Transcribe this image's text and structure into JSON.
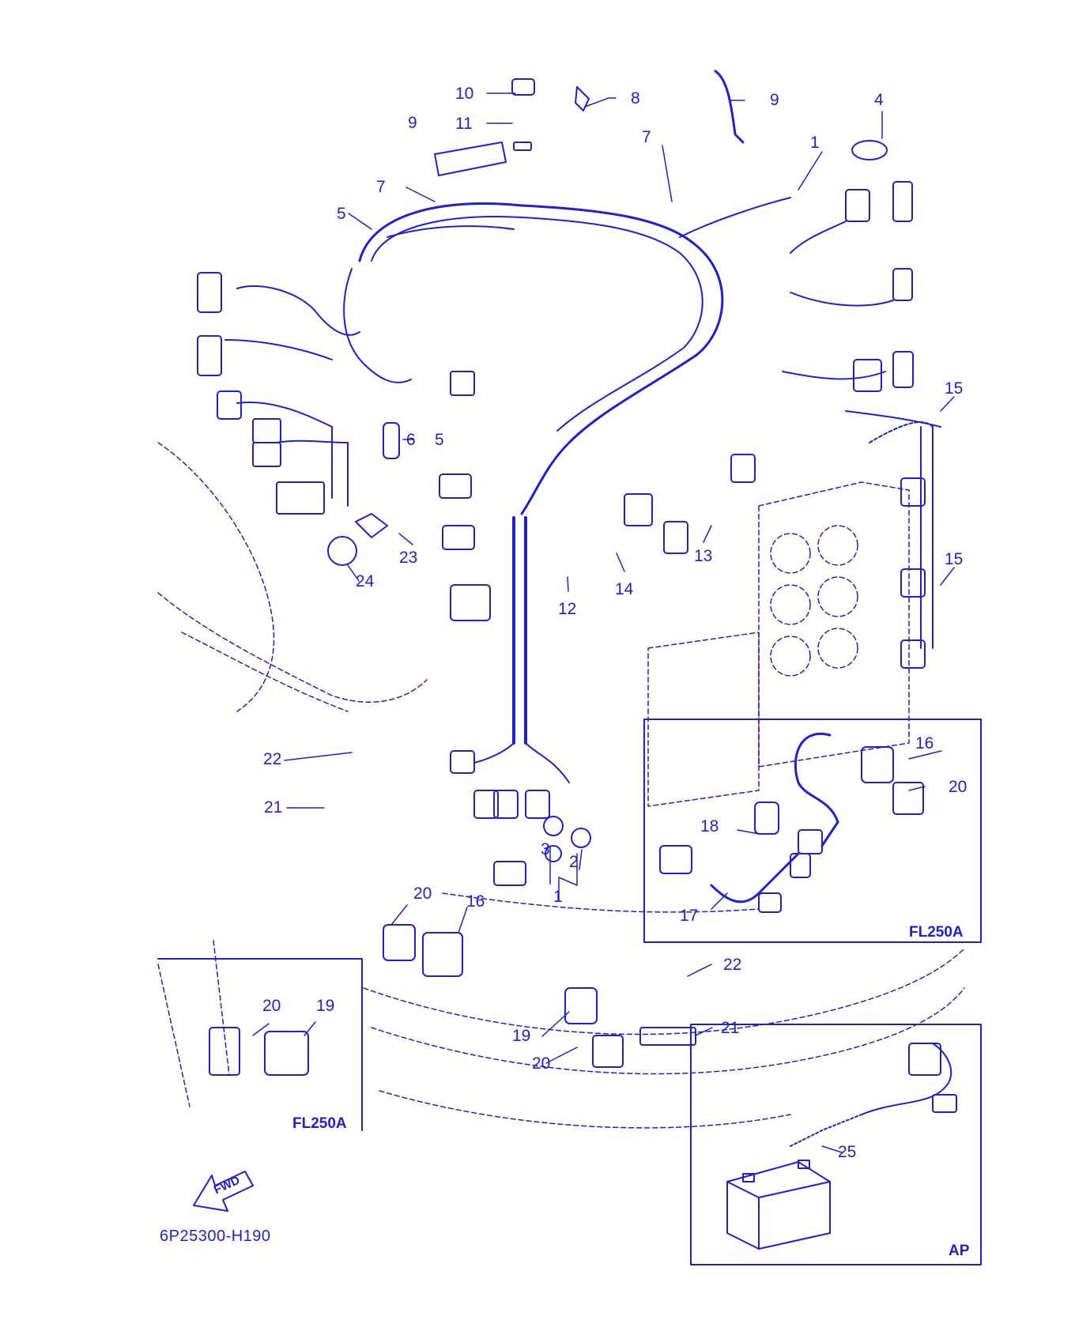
{
  "colors": {
    "ink": "#1f1fd6",
    "background": "#ffffff"
  },
  "drawing_code": "6P25300-H190",
  "fwd_arrow": {
    "text": "FWD",
    "icon": "fwd-arrow-icon"
  },
  "insets": [
    {
      "id": "inset-fl250a-right",
      "tag": "FL250A"
    },
    {
      "id": "inset-fl250a-left",
      "tag": "FL250A"
    },
    {
      "id": "inset-ap",
      "tag": "AP"
    }
  ],
  "callouts": [
    {
      "id": "c10",
      "text": "10"
    },
    {
      "id": "c11",
      "text": "11"
    },
    {
      "id": "c8",
      "text": "8"
    },
    {
      "id": "c9a",
      "text": "9"
    },
    {
      "id": "c9b",
      "text": "9"
    },
    {
      "id": "c4",
      "text": "4"
    },
    {
      "id": "c7a",
      "text": "7"
    },
    {
      "id": "c7b",
      "text": "7"
    },
    {
      "id": "c1a",
      "text": "1"
    },
    {
      "id": "c5a",
      "text": "5"
    },
    {
      "id": "c6",
      "text": "6"
    },
    {
      "id": "c5b",
      "text": "5"
    },
    {
      "id": "c15a",
      "text": "15"
    },
    {
      "id": "c15b",
      "text": "15"
    },
    {
      "id": "c23",
      "text": "23"
    },
    {
      "id": "c24",
      "text": "24"
    },
    {
      "id": "c12",
      "text": "12"
    },
    {
      "id": "c14",
      "text": "14"
    },
    {
      "id": "c13",
      "text": "13"
    },
    {
      "id": "c16a",
      "text": "16"
    },
    {
      "id": "c20a",
      "text": "20"
    },
    {
      "id": "c18",
      "text": "18"
    },
    {
      "id": "c17",
      "text": "17"
    },
    {
      "id": "c22a",
      "text": "22"
    },
    {
      "id": "c21a",
      "text": "21"
    },
    {
      "id": "c3",
      "text": "3"
    },
    {
      "id": "c2",
      "text": "2"
    },
    {
      "id": "c1b",
      "text": "1"
    },
    {
      "id": "c20b",
      "text": "20"
    },
    {
      "id": "c16b",
      "text": "16"
    },
    {
      "id": "c22b",
      "text": "22"
    },
    {
      "id": "c21b",
      "text": "21"
    },
    {
      "id": "c19a",
      "text": "19"
    },
    {
      "id": "c20c",
      "text": "20"
    },
    {
      "id": "c20d",
      "text": "20"
    },
    {
      "id": "c19b",
      "text": "19"
    },
    {
      "id": "c25",
      "text": "25"
    }
  ]
}
